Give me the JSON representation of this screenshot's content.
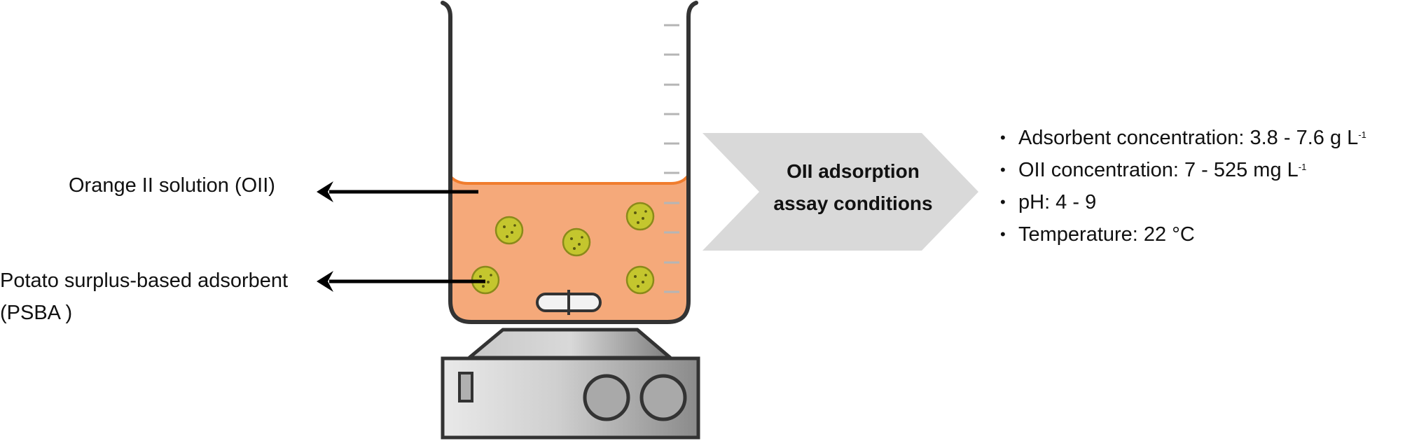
{
  "labels": {
    "solution": "Orange II solution (OII)",
    "adsorbent_line1": "Potato surplus-based adsorbent",
    "adsorbent_line2": "(PSBA )"
  },
  "chevron": {
    "line1": "OII adsorption",
    "line2": "assay conditions"
  },
  "conditions": [
    {
      "text": "Adsorbent concentration: 3.8 - 7.6 g L",
      "sup": "-1"
    },
    {
      "text": "OII concentration: 7 - 525 mg L",
      "sup": "-1"
    },
    {
      "text": "pH: 4 - 9",
      "sup": ""
    },
    {
      "text": "Temperature: 22 °C",
      "sup": ""
    }
  ],
  "colors": {
    "solution_fill": "#f5a97a",
    "solution_surface": "#f07d2e",
    "particle_fill": "#c4c62e",
    "particle_stroke": "#8a8a1a",
    "chevron_fill": "#d9d9d9",
    "outline": "#333333"
  }
}
